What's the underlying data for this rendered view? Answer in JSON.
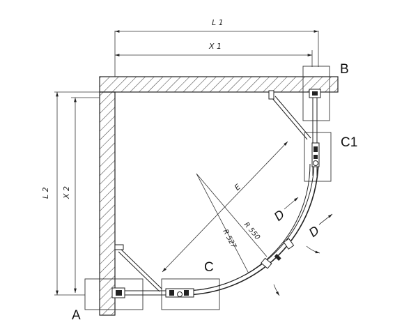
{
  "labels": {
    "a": "A",
    "b": "B",
    "c": "C",
    "c1": "C1",
    "d_left": "D",
    "d_right": "D",
    "l1": "L 1",
    "x1": "X 1",
    "l2": "L 2",
    "x2": "X 2",
    "e": "E",
    "r550": "R 550",
    "r527": "R 527"
  }
}
